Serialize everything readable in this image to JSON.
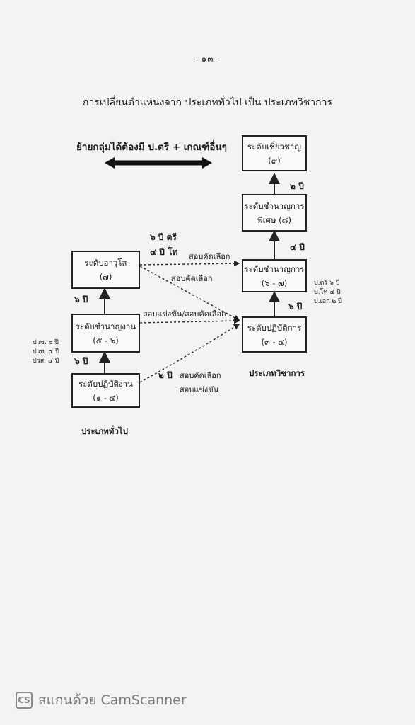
{
  "page_number": "- ๑๓ -",
  "title": "การเปลี่ยนตำแหน่งจาก  ประเภททั่วไป  เป็น  ประเภทวิชาการ",
  "rule_text": "ย้ายกลุ่มได้ต้องมี ป.ตรี + เกณฑ์อื่นๆ",
  "general": {
    "heading": "ประเภททั่วไป",
    "senior": {
      "name": "ระดับอาวุโส",
      "range": "(๗)"
    },
    "expert": {
      "name": "ระดับชำนาญงาน",
      "range": "(๕ - ๖)"
    },
    "practitioner": {
      "name": "ระดับปฏิบัติงาน",
      "range": "(๑ - ๔)"
    },
    "edge_expert_to_senior": "๖ ปี",
    "edge_practitioner_to_expert": "๖ ปี",
    "qualifications": [
      "ปวช. ๖ ปี",
      "ปวท. ๕ ปี",
      "ปวส. ๔ ปี"
    ]
  },
  "academic": {
    "heading": "ประเภทวิชาการ",
    "expert": {
      "name": "ระดับเชี่ยวชาญ",
      "range": "(๙)"
    },
    "senior_pro": {
      "name": "ระดับชำนาญการ",
      "range": "พิเศษ (๘)"
    },
    "pro": {
      "name": "ระดับชำนาญการ",
      "range": "(๖ - ๗)"
    },
    "practitioner": {
      "name": "ระดับปฏิบัติการ",
      "range": "(๓ - ๕)"
    },
    "edge_senior_pro_to_expert": "๒ ปี",
    "edge_pro_to_senior_pro": "๔ ปี",
    "edge_practitioner_to_pro": "๖ ปี",
    "qualifications": [
      "ป.ตรี ๖ ปี",
      "ป.โท ๔ ปี",
      "ป.เอก ๒ ปี"
    ]
  },
  "transfers": {
    "senior_years_1": "๖  ปี  ตรี",
    "senior_years_2": "๔  ปี  โท",
    "senior_to_pro": "สอบคัดเลือก",
    "senior_to_practitioner": "สอบคัดเลือก",
    "expert_to_practitioner": "สอบแข่งขัน/สอบคัดเลือก",
    "practitioner_years": "๒  ปี",
    "practitioner_method_1": "สอบคัดเลือก",
    "practitioner_method_2": "สอบแข่งขัน"
  },
  "footer": {
    "icon": "CS",
    "text": "สแกนด้วย CamScanner"
  }
}
